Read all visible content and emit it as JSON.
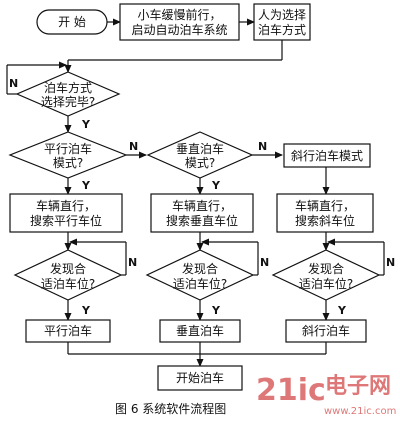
{
  "diagram": {
    "nodes": {
      "start": "开  始",
      "slow_forward": [
        "小车缓慢前行，",
        "启动自动泊车系统"
      ],
      "select_mode": [
        "人为选择",
        "泊车方式"
      ],
      "selection_done": [
        "泊车方式",
        "选择完毕?"
      ],
      "parallel_mode": [
        "平行泊车",
        "模式?"
      ],
      "vertical_mode": [
        "垂直泊车",
        "模式?"
      ],
      "oblique_mode": "斜行泊车模式",
      "search_parallel": [
        "车辆直行，",
        "搜索平行车位"
      ],
      "search_vertical": [
        "车辆直行，",
        "搜索垂直车位"
      ],
      "search_oblique": [
        "车辆直行，",
        "搜索斜车位"
      ],
      "found_parallel": [
        "发现合",
        "适泊车位?"
      ],
      "found_vertical": [
        "发现合",
        "适泊车位?"
      ],
      "found_oblique": [
        "发现合",
        "适泊车位?"
      ],
      "park_parallel": "平行泊车",
      "park_vertical": "垂直泊车",
      "park_oblique": "斜行泊车",
      "begin_parking": "开始泊车"
    },
    "edge_labels": {
      "yes": "Y",
      "no": "N"
    },
    "caption": "图 6   系统软件流程图"
  },
  "watermark": {
    "logo": "21ic",
    "name": "电子网",
    "url": "www.21ic.com"
  }
}
